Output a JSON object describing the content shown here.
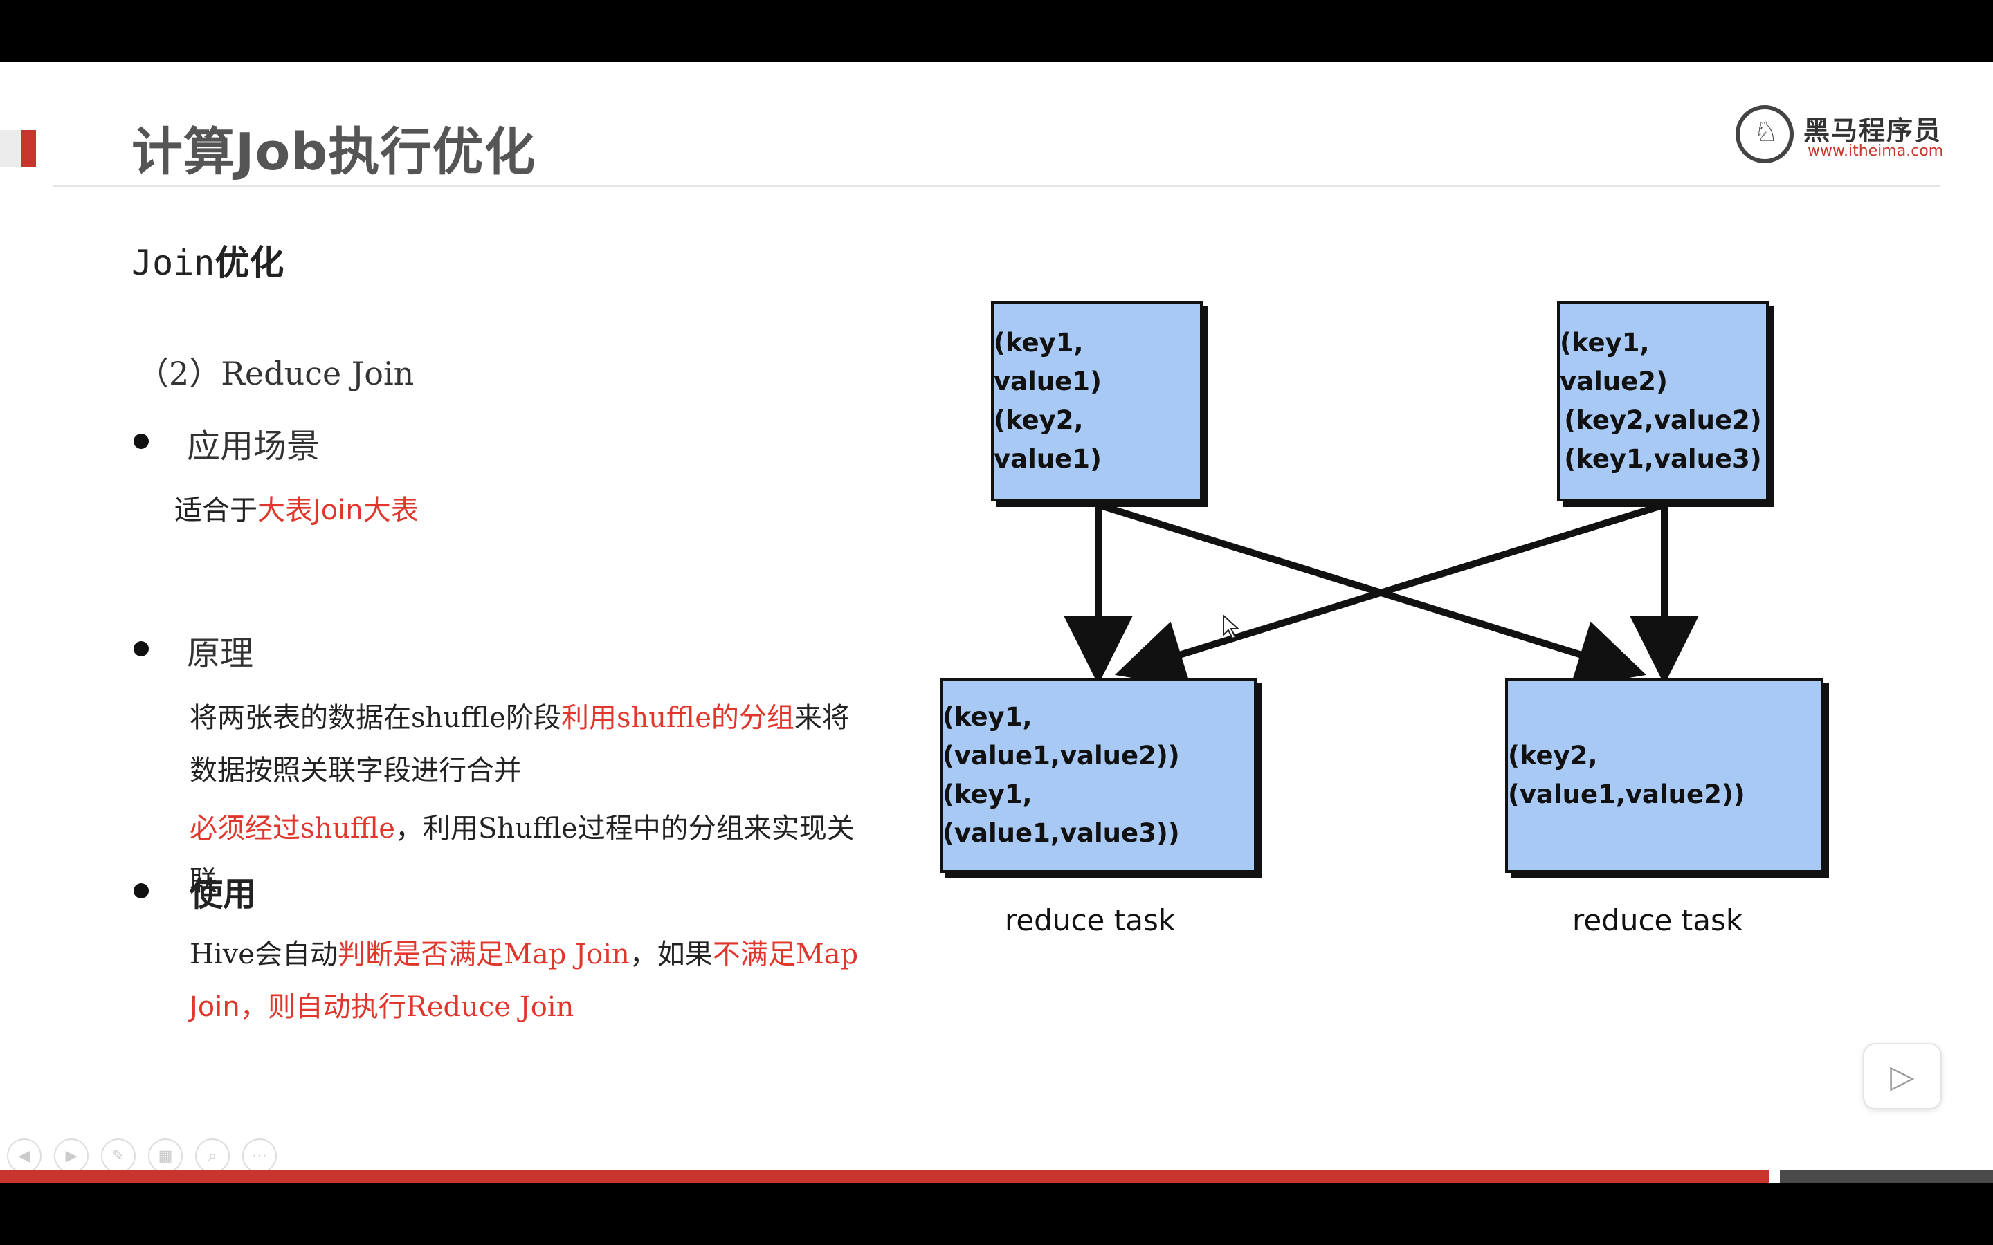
{
  "slide": {
    "title": "计算Job执行优化",
    "logo": {
      "name": "黑马程序员",
      "url": "www.itheima.com"
    },
    "subtitle_prefix": "Join",
    "subtitle_suffix": "优化",
    "section": "（2）Reduce Join",
    "bullets": {
      "scene": "应用场景",
      "principle": "原理",
      "usage": "使用"
    },
    "scene_text": {
      "a": "适合于",
      "b": "大表Join大表"
    },
    "principle_text": {
      "l1a": "将两张表的数据在",
      "l1b": "shuffle",
      "l1c": "阶段",
      "l1d": "利用",
      "l1e": "shuffle",
      "l1f": "的分组",
      "l1g": "来将",
      "l2": "数据按照关联字段进行合并",
      "l3a": "必须经过",
      "l3b": "shuffle",
      "l3c": "，利用",
      "l3d": "Shuffle",
      "l3e": "过程中的分组来实现关",
      "l4": "联"
    },
    "usage_text": {
      "l1a": "Hive",
      "l1b": "会自动",
      "l1c": "判断是否满足",
      "l1d": "Map Join",
      "l1e": "，如果",
      "l1f": "不满足",
      "l1g": "Map",
      "l2a": "Join，则自动执行",
      "l2b": "Reduce Join"
    }
  },
  "diagram": {
    "top_left": [
      "(key1, value1)",
      "(key2, value1)"
    ],
    "top_right": [
      "(key1, value2)",
      "(key2,value2)",
      "(key1,value3)"
    ],
    "bottom_left": [
      "(key1,(value1,value2))",
      "(key1,(value1,value3))"
    ],
    "bottom_right": [
      "(key2,(value1,value2))"
    ],
    "caption_left": "reduce task",
    "caption_right": "reduce task"
  },
  "player": {
    "play_icon": "play-icon"
  }
}
